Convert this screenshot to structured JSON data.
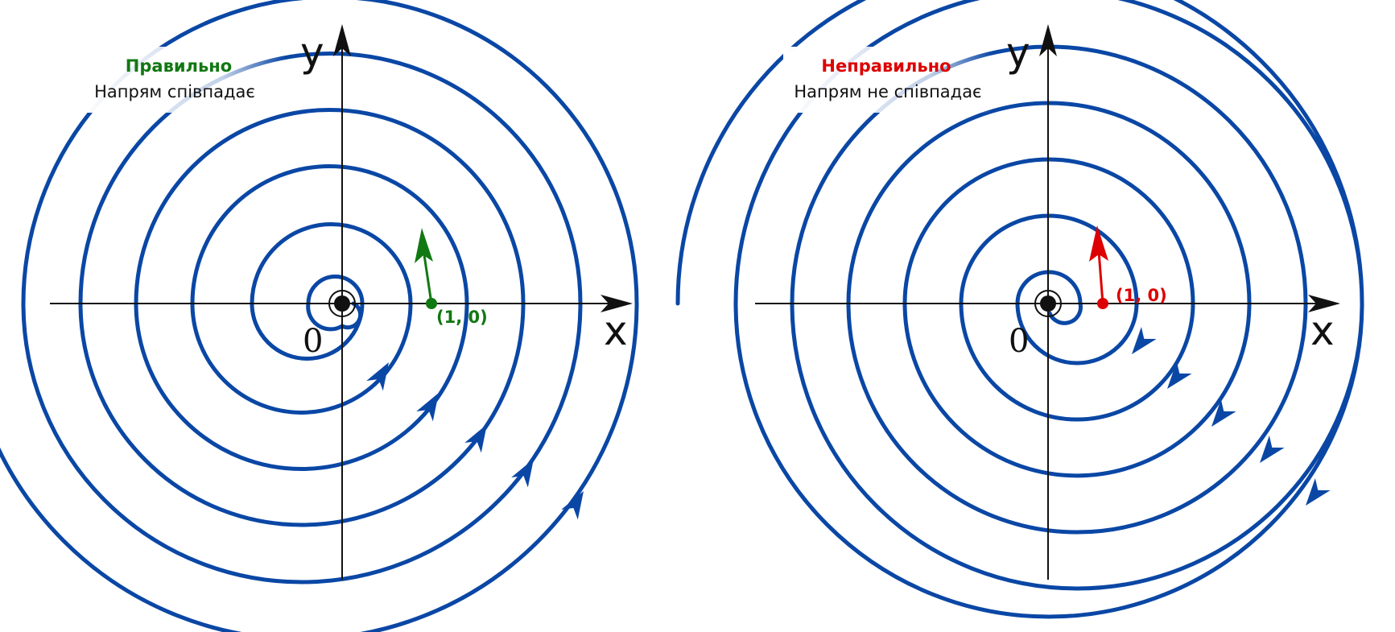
{
  "colors": {
    "spiral": "#0a47a5",
    "axis": "#111111",
    "correct": "#127812",
    "wrong": "#dd0000",
    "background": "#ffffff"
  },
  "panels": [
    {
      "title": "Правильно",
      "subtitle": "Напрям співпадає",
      "verdict_color": "correct",
      "orientation": "counterclockwise",
      "point_label": "(1, 0)",
      "x_label": "x",
      "y_label": "y",
      "origin_label": "0"
    },
    {
      "title": "Неправильно",
      "subtitle": "Напрям не співпадає",
      "verdict_color": "wrong",
      "orientation": "clockwise",
      "point_label": "(1, 0)",
      "x_label": "x",
      "y_label": "y",
      "origin_label": "0"
    }
  ]
}
